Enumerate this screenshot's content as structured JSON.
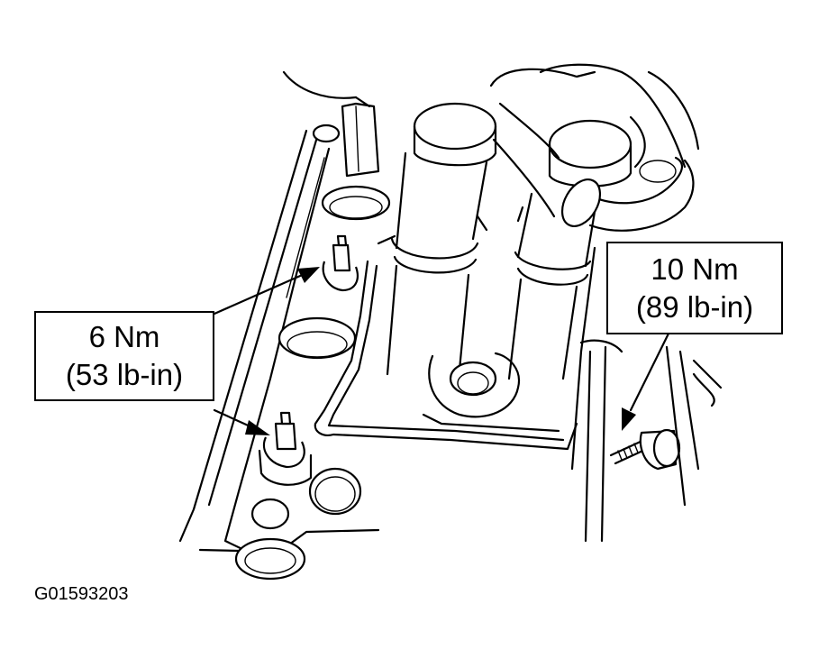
{
  "callouts": {
    "left": {
      "value": "6 Nm",
      "alt": "(53 lb-in)"
    },
    "right": {
      "value": "10 Nm",
      "alt": "(89 lb-in)"
    }
  },
  "figure_id": "G01593203",
  "colors": {
    "line": "#000000",
    "background": "#ffffff"
  }
}
